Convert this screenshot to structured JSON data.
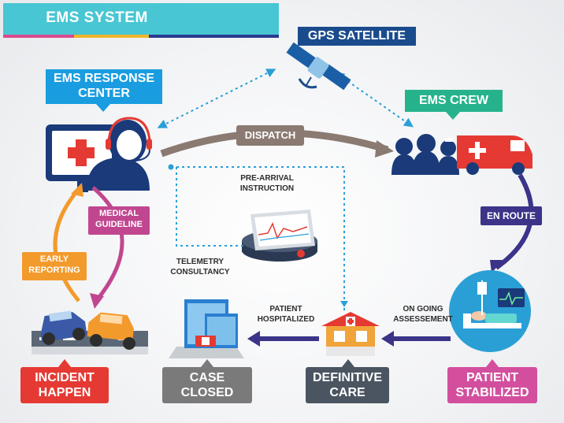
{
  "title": "EMS SYSTEM",
  "nodes": {
    "gps": "GPS SATELLITE",
    "response_center_line1": "EMS RESPONSE",
    "response_center_line2": "CENTER",
    "crew": "EMS CREW"
  },
  "connectors": {
    "dispatch": "DISPATCH",
    "pre_arrival_line1": "PRE-ARRIVAL",
    "pre_arrival_line2": "INSTRUCTION",
    "telemetry_line1": "TELEMETRY",
    "telemetry_line2": "CONSULTANCY",
    "medical_line1": "MEDICAL",
    "medical_line2": "GUIDELINE",
    "early_line1": "EARLY",
    "early_line2": "REPORTING",
    "en_route": "EN ROUTE",
    "ongoing_line1": "ON GOING",
    "ongoing_line2": "ASSESSEMENT",
    "hospitalized_line1": "PATIENT",
    "hospitalized_line2": "HOSPITALIZED"
  },
  "stages": {
    "incident_line1": "INCIDENT",
    "incident_line2": "HAPPEN",
    "case_line1": "CASE",
    "case_line2": "CLOSED",
    "definitive_line1": "DEFINITIVE",
    "definitive_line2": "CARE",
    "stabilized_line1": "PATIENT",
    "stabilized_line2": "STABILIZED"
  },
  "colors": {
    "title_bar": "#48c6d3",
    "response_center": "#1a9de0",
    "gps": "#1a4b8c",
    "crew": "#26b38c",
    "dispatch": "#8a7a72",
    "en_route": "#3b3489",
    "medical_guideline": "#c0478f",
    "early_reporting": "#f39a2c",
    "incident": "#e53a33",
    "case_closed": "#7a7a7a",
    "definitive_care": "#4a5561",
    "stabilized": "#d34f9e",
    "telemetry_dots": "#2a9fd6"
  },
  "icons": [
    "satellite-icon",
    "operator-icon",
    "monitor-cross-icon",
    "crew-icon",
    "ambulance-icon",
    "tablet-monitor-icon",
    "car-crash-icon",
    "hospital-icon",
    "clinic-icon",
    "patient-bed-icon"
  ]
}
